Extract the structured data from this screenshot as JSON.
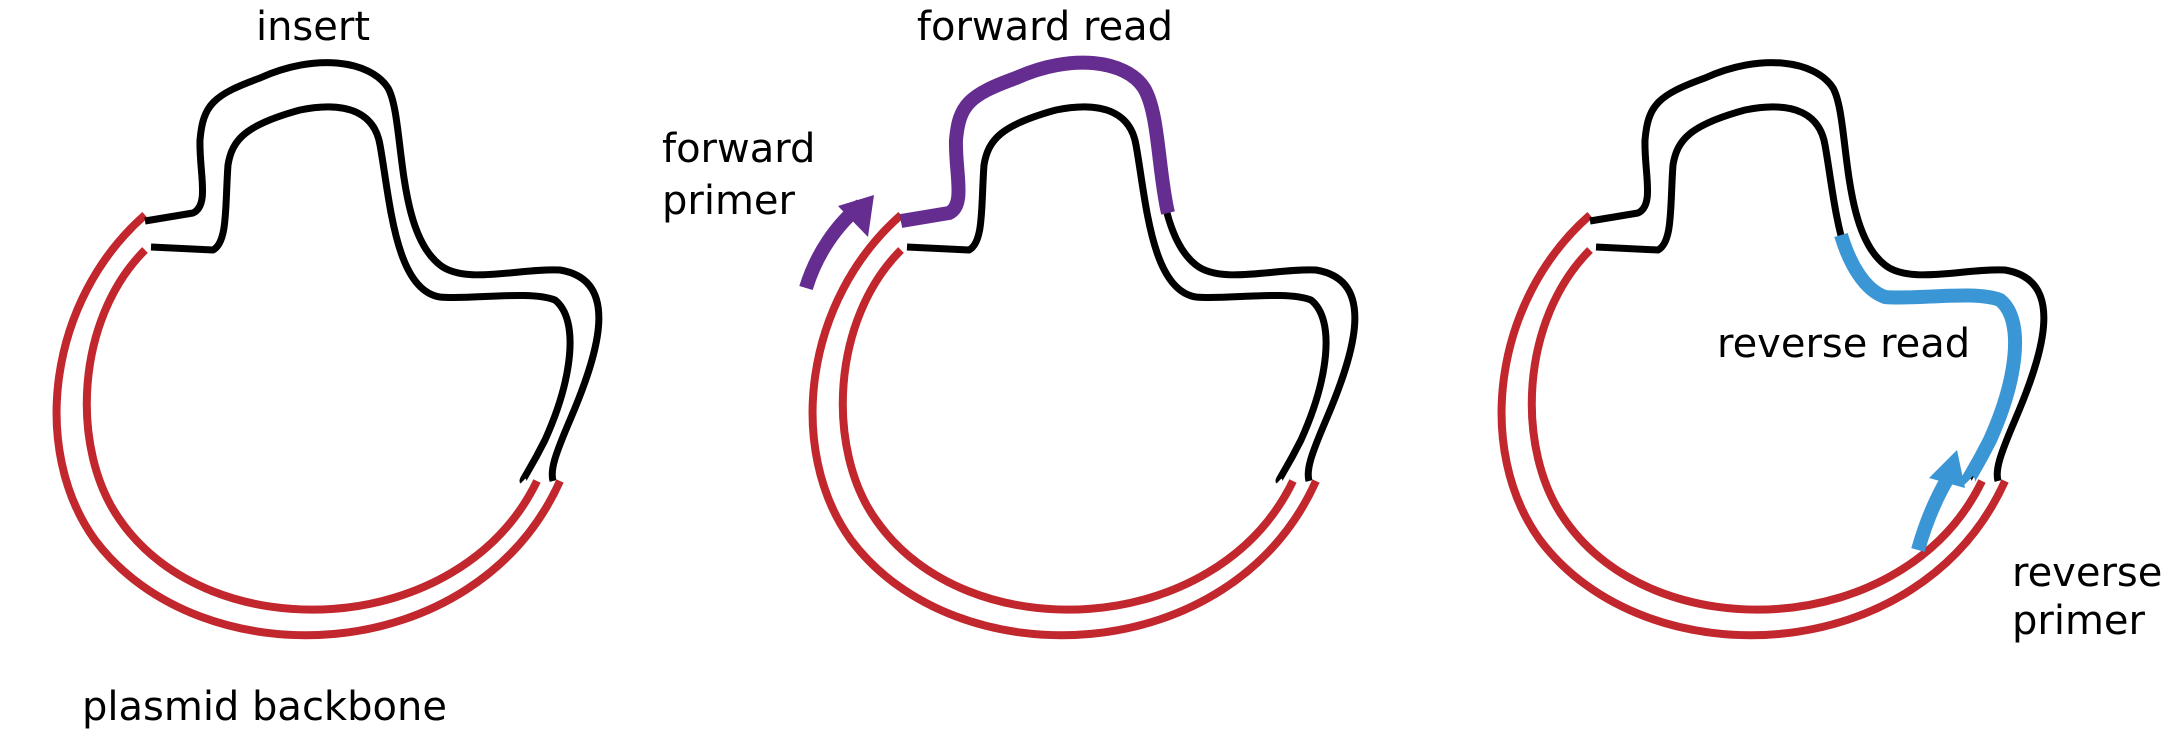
{
  "labels": {
    "insert": "insert",
    "plasmid_backbone": "plasmid backbone",
    "forward_read": "forward read",
    "forward_primer_line1": "forward",
    "forward_primer_line2": "primer",
    "reverse_read": "reverse read",
    "reverse_primer_line1": "reverse",
    "reverse_primer_line2": "primer"
  },
  "colors": {
    "backbone": "#c1272d",
    "insert": "#000000",
    "forward": "#662d91",
    "reverse": "#3a96d5"
  }
}
